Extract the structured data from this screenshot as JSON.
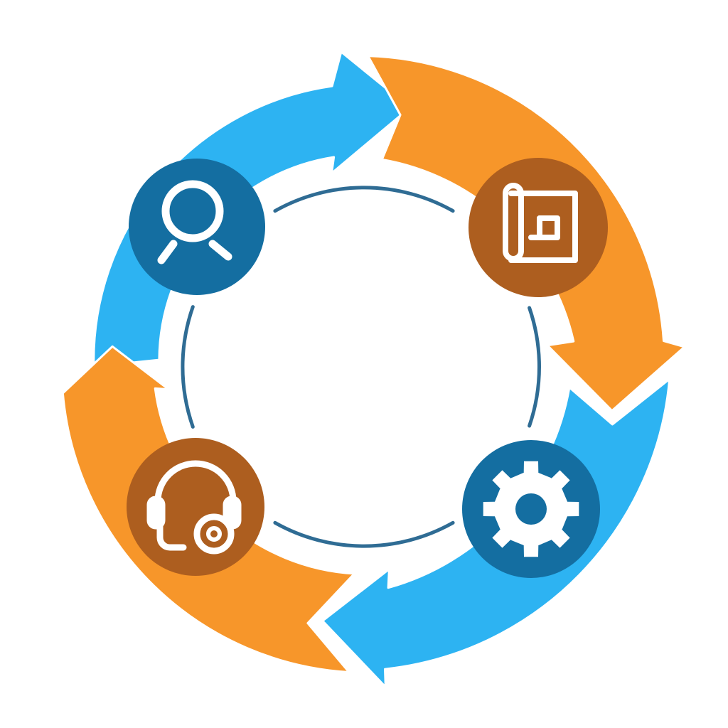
{
  "diagram": {
    "type": "cycle",
    "colors": {
      "blue_arrow": "#2db3f2",
      "orange_arrow": "#f7962a",
      "blue_badge": "#146ea1",
      "brown_badge": "#ad5e1f",
      "inner_ring": "#2f6c94",
      "icon_stroke": "#ffffff"
    },
    "arrows": [
      {
        "id": "top-left",
        "color": "blue_arrow"
      },
      {
        "id": "top-right",
        "color": "orange_arrow"
      },
      {
        "id": "bottom-right",
        "color": "blue_arrow"
      },
      {
        "id": "bottom-left",
        "color": "orange_arrow"
      }
    ],
    "stages": [
      {
        "id": "discover",
        "icon": "magnifier-icon",
        "color": "blue_badge"
      },
      {
        "id": "plan",
        "icon": "blueprint-icon",
        "color": "brown_badge"
      },
      {
        "id": "build",
        "icon": "gear-icon",
        "color": "blue_badge"
      },
      {
        "id": "support",
        "icon": "headset-icon",
        "color": "brown_badge"
      }
    ]
  }
}
